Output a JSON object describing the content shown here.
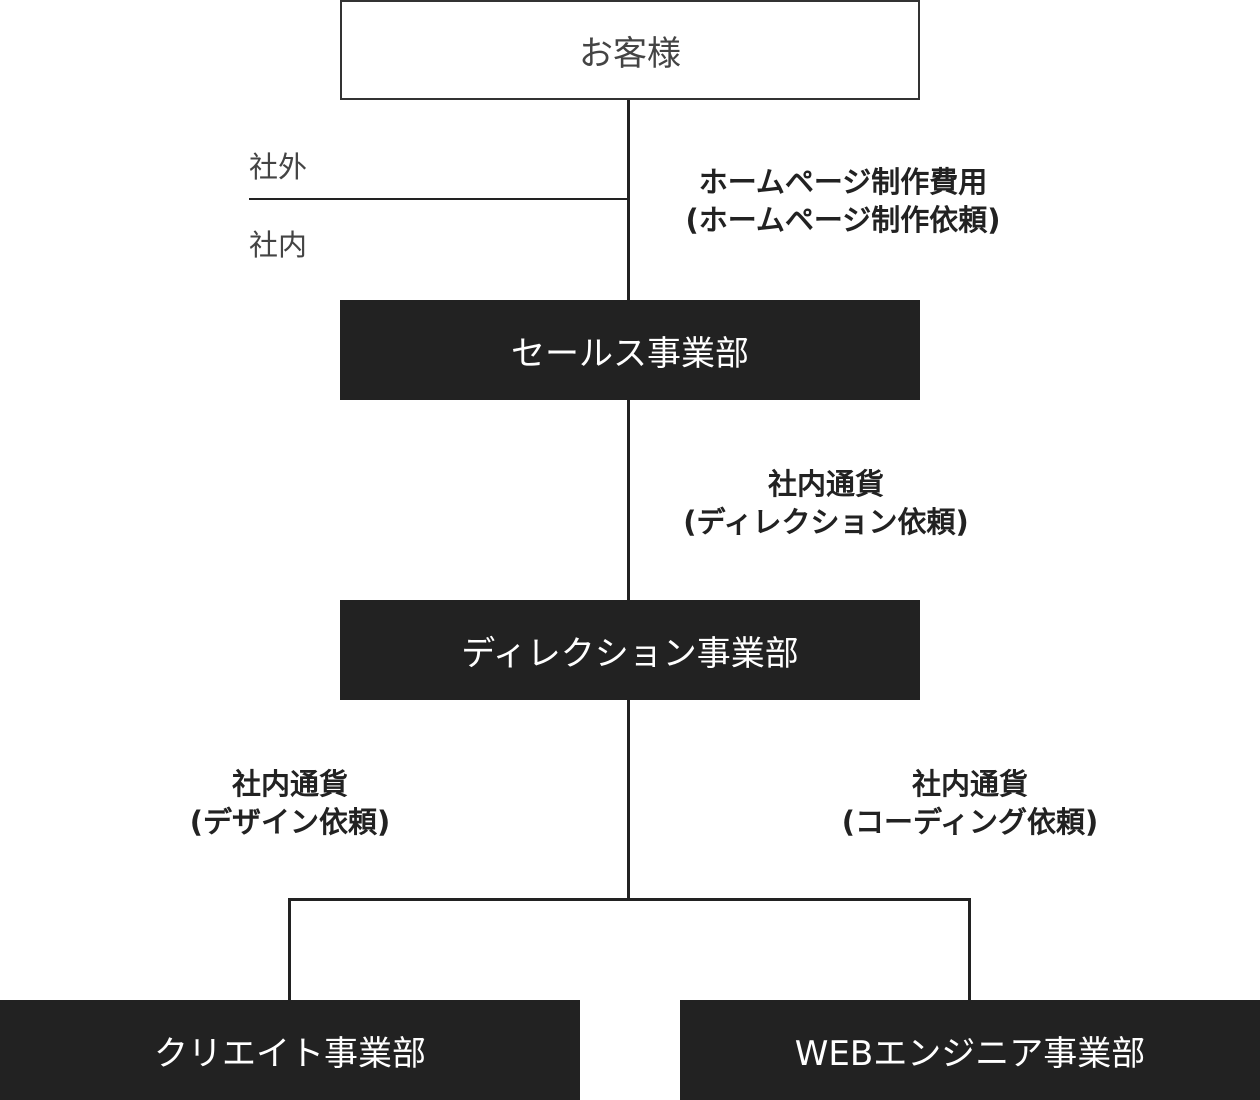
{
  "diagram": {
    "nodes": {
      "customer": "お客様",
      "sales": "セールス事業部",
      "direction": "ディレクション事業部",
      "create": "クリエイト事業部",
      "web_engineer": "WEBエンジニア事業部"
    },
    "boundary": {
      "outside": "社外",
      "inside": "社内"
    },
    "edges": {
      "customer_sales": {
        "line1": "ホームページ制作費用",
        "line2": "(ホームページ制作依頼)"
      },
      "sales_direction": {
        "line1": "社内通貨",
        "line2": "(ディレクション依頼)"
      },
      "direction_create": {
        "line1": "社内通貨",
        "line2": "(デザイン依頼)"
      },
      "direction_web": {
        "line1": "社内通貨",
        "line2": "(コーディング依頼)"
      }
    },
    "colors": {
      "dark_box": "#222222",
      "line": "#222222",
      "border": "#333333"
    }
  }
}
